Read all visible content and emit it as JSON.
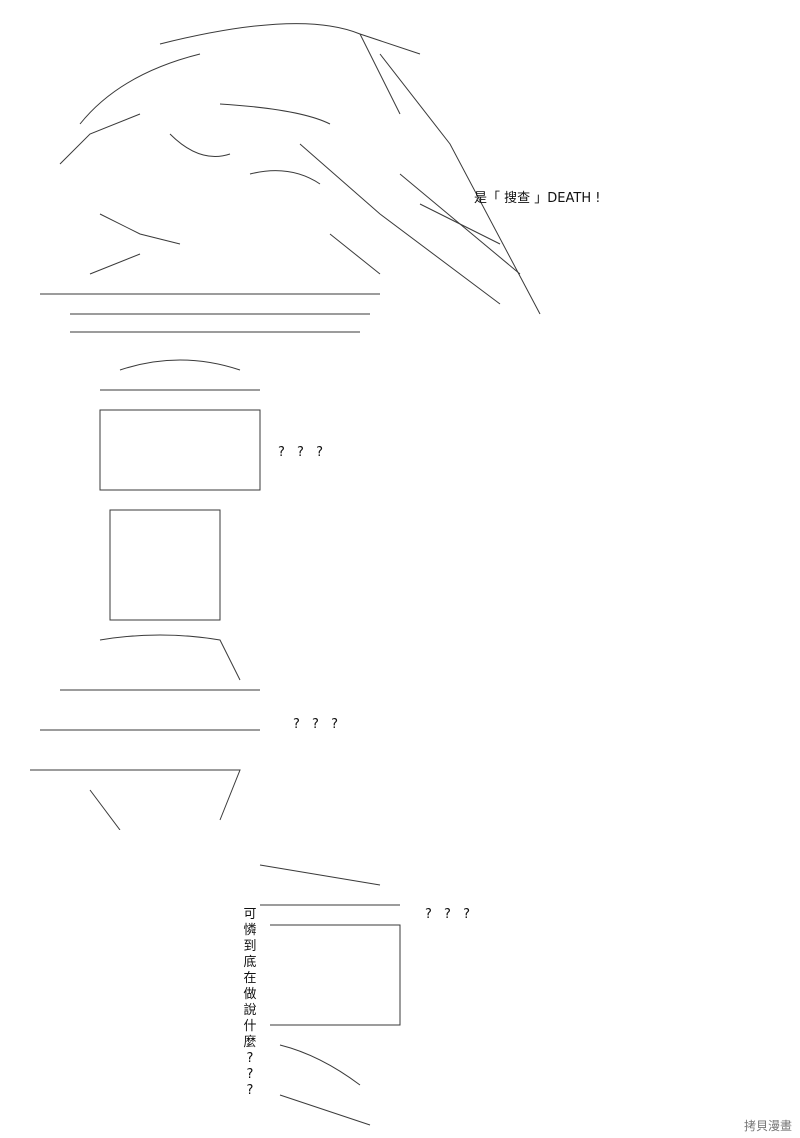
{
  "panel_1": {
    "speech": "是「 搜查 」DEATH !"
  },
  "panel_2": {
    "question_1": "? ? ?",
    "question_2": "? ? ?"
  },
  "panel_3": {
    "question": "? ? ?",
    "vertical_chars": [
      "可",
      "憐",
      "到",
      "底",
      "在",
      "做",
      "說",
      "什",
      "麼",
      "?",
      "?",
      "?"
    ]
  },
  "watermark": "拷貝漫畫"
}
